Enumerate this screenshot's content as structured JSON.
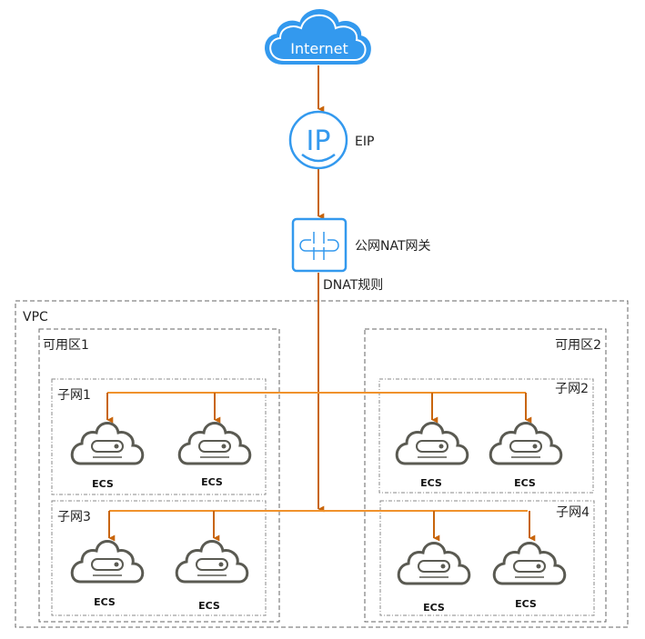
{
  "colors": {
    "accent_blue": "#3399ee",
    "line_orange": "#f0922c",
    "arrow_orange": "#c8650c",
    "ecs_gray": "#5a5a52",
    "border_gray": "#666666"
  },
  "internet": {
    "label": "Internet",
    "icon": "cloud-icon"
  },
  "eip": {
    "label": "EIP",
    "icon_text": "IP",
    "icon": "ip-icon"
  },
  "nat": {
    "label": "公网NAT网关",
    "rule_label": "DNAT规则",
    "icon": "nat-gateway-icon"
  },
  "vpc": {
    "label": "VPC",
    "zones": [
      {
        "label": "可用区1"
      },
      {
        "label": "可用区2"
      }
    ],
    "subnets": [
      {
        "label": "子网1",
        "ecs": [
          "ECS",
          "ECS"
        ]
      },
      {
        "label": "子网2",
        "ecs": [
          "ECS",
          "ECS"
        ]
      },
      {
        "label": "子网3",
        "ecs": [
          "ECS",
          "ECS"
        ]
      },
      {
        "label": "子网4",
        "ecs": [
          "ECS",
          "ECS"
        ]
      }
    ]
  }
}
